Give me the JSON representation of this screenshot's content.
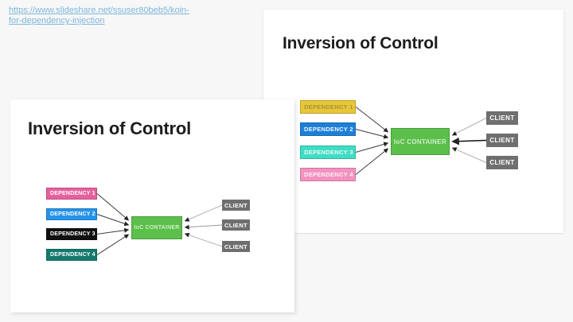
{
  "link": {
    "text": "https://www.slideshare.net/ssuser80beb5/koin-for-dependency-injection"
  },
  "colors": {
    "page_background": "#f7f7f8",
    "slide_background": "#ffffff",
    "link_blue": "#7cb7d9",
    "title_text": "#1d1d1f",
    "container_green": "#5cbf4c",
    "container_text": "#cdeec6",
    "client_gray": "#6f6f6f",
    "client_text": "#ffffff"
  },
  "slide_large": {
    "title": "Inversion of Control",
    "dependencies": [
      {
        "label": "DEPENDENCY 1",
        "color": "#e9c636",
        "text_color": "#9e9440"
      },
      {
        "label": "DEPENDENCY 2",
        "color": "#1d80d8",
        "text_color": "#f4f8fb"
      },
      {
        "label": "DEPENDENCY 3",
        "color": "#3eddc4",
        "text_color": "#effaf7"
      },
      {
        "label": "DEPENDENCY 4",
        "color": "#f492bf",
        "text_color": "#fdf4f8"
      }
    ],
    "container_label": "IoC CONTAINER",
    "clients": [
      "CLIENT",
      "CLIENT",
      "CLIENT"
    ]
  },
  "slide_small": {
    "title": "Inversion of Control",
    "dependencies": [
      {
        "label": "DEPENDENCY 1",
        "color": "#e7609d",
        "text_color": "#ffffff"
      },
      {
        "label": "DEPENDENCY 2",
        "color": "#2593ea",
        "text_color": "#ffffff"
      },
      {
        "label": "DEPENDENCY 3",
        "color": "#101010",
        "text_color": "#ffffff"
      },
      {
        "label": "DEPENDENCY 4",
        "color": "#157a6e",
        "text_color": "#ffffff"
      }
    ],
    "container_label": "IoC CONTAINER",
    "clients": [
      "CLIENT",
      "CLIENT",
      "CLIENT"
    ]
  }
}
